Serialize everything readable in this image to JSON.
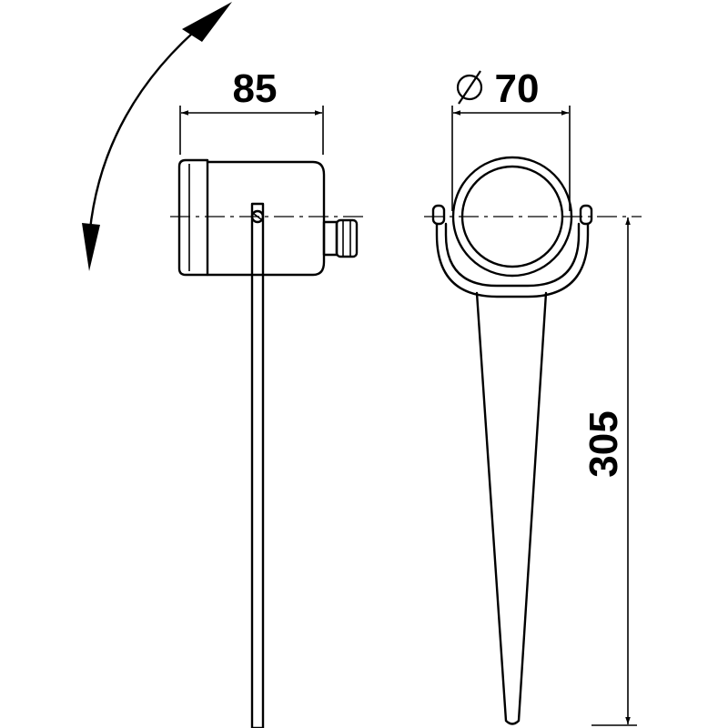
{
  "dimensions": {
    "width": "85",
    "diameter_symbol": "⌀",
    "diameter_value": "70",
    "height": "305"
  }
}
